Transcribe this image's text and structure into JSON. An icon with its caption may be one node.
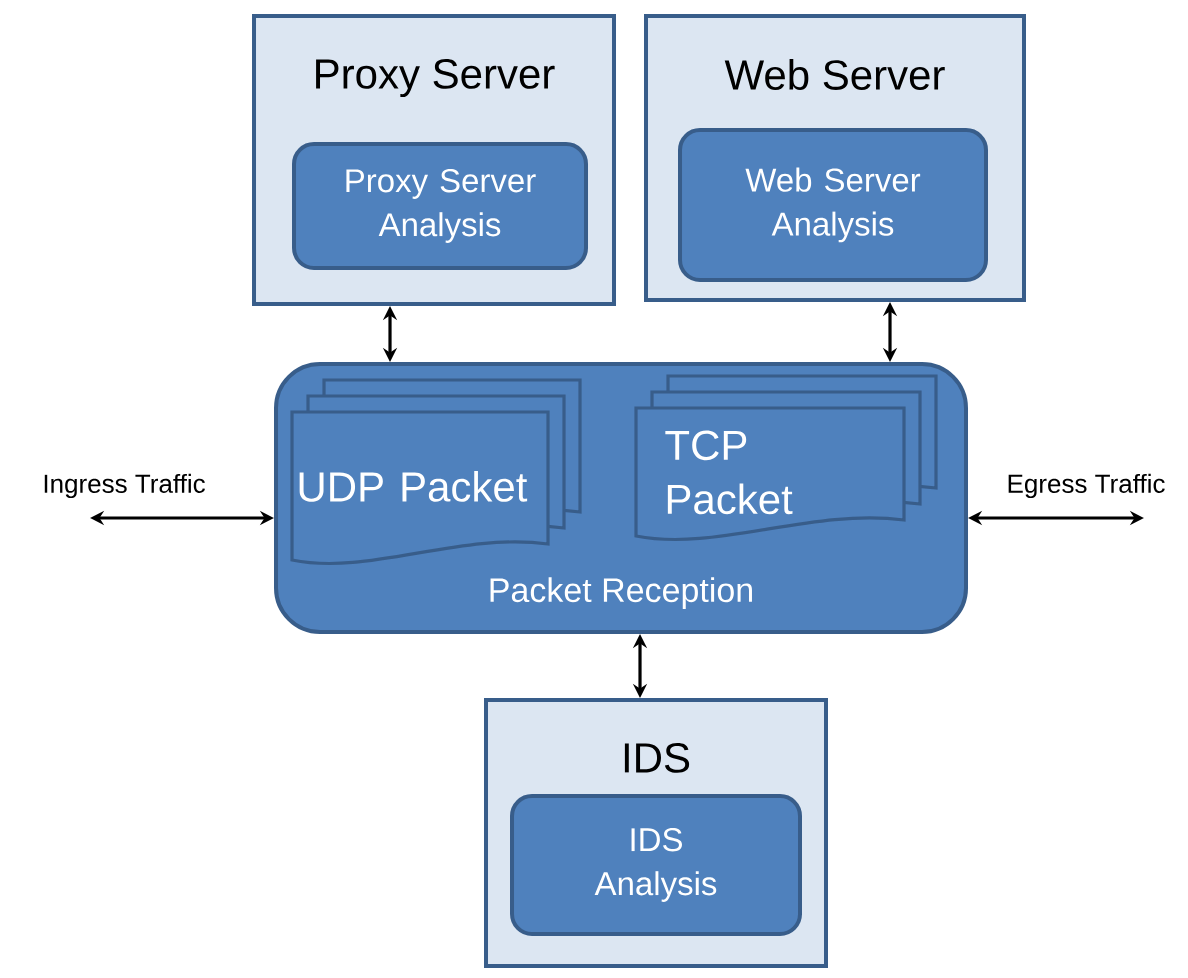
{
  "diagram": {
    "nodes": [
      {
        "text": [
          "Proxy Server"
        ]
      },
      {
        "text": [
          "Proxy Server Analysis"
        ],
        "in": 0
      },
      {
        "text": [
          "Web Server"
        ]
      },
      {
        "text": [
          "Web Server Analysis"
        ],
        "in": 2
      },
      {
        "text": [
          "Packet Reception"
        ]
      },
      {
        "text": [
          "UDP Packet"
        ],
        "in": 4
      },
      {
        "text": [
          "TCP Packet"
        ],
        "in": 4
      },
      {
        "text": [
          "IDS"
        ]
      },
      {
        "text": [
          "IDS Analysis"
        ],
        "in": 7
      }
    ],
    "edges": [
      {
        "from": 0,
        "to": 4,
        "arrow": "both"
      },
      {
        "from": 2,
        "to": 4,
        "arrow": "both"
      },
      {
        "from": 4,
        "to": 7,
        "arrow": "both"
      },
      {
        "from": null,
        "to": 4,
        "arrow": "both",
        "label": "Ingress Traffic"
      },
      {
        "from": 4,
        "to": null,
        "arrow": "both",
        "label": "Egress Traffic"
      }
    ]
  }
}
